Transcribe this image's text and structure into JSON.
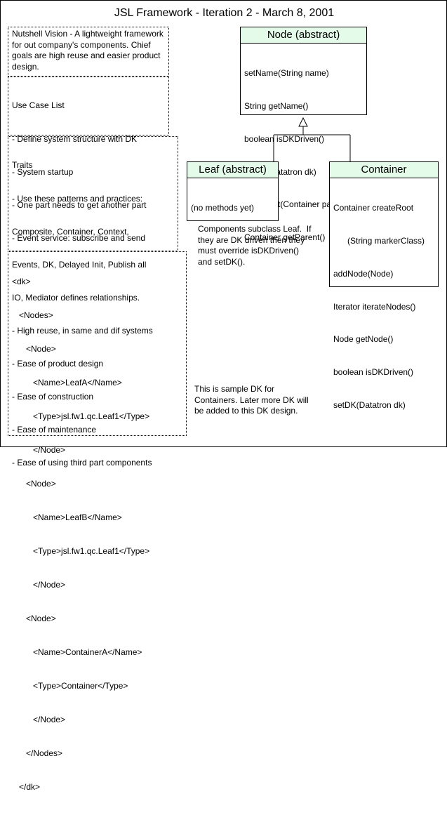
{
  "title": "JSL Framework - Iteration 2 - March 8, 2001",
  "vision": {
    "text": "Nutshell Vision - A lightweight framework for out company's components. Chief goals are high reuse and easier product design."
  },
  "use_cases": {
    "heading": "Use Case List",
    "items": [
      "- Define system structure with DK",
      "- System startup",
      "- One part needs to get another part",
      "- Event service: subscribe and send"
    ]
  },
  "traits": {
    "heading": "Traits",
    "items": [
      "- Use these patterns and practices:",
      "Composite, Container, Context,",
      "Events, DK, Delayed Init, Publish all",
      "IO, Mediator defines relationships.",
      "- High reuse, in same and dif systems",
      "- Ease of product design",
      "- Ease of construction",
      "- Ease of maintenance",
      "- Ease of using third part components"
    ]
  },
  "xml_sample": {
    "lines": [
      "<dk>",
      "   <Nodes>",
      "      <Node>",
      "         <Name>LeafA</Name>",
      "         <Type>jsl.fw1.qc.Leaf1</Type>",
      "         </Node>",
      "      <Node>",
      "         <Name>LeafB</Name>",
      "         <Type>jsl.fw1.qc.Leaf1</Type>",
      "         </Node>",
      "      <Node>",
      "         <Name>ContainerA</Name>",
      "         <Type>Container</Type>",
      "         </Node>",
      "      </Nodes>",
      "   </dk>"
    ]
  },
  "classes": {
    "node": {
      "name": "Node (abstract)",
      "methods": [
        "setName(String name)",
        "String getName()",
        "boolean isDKDriven()",
        "setDK(Datatron dk)",
        "setParent(Container parent)",
        "Container getParent()"
      ]
    },
    "leaf": {
      "name": "Leaf (abstract)",
      "methods": [
        "(no methods yet)"
      ]
    },
    "container": {
      "name": "Container",
      "methods": [
        "Container createRoot",
        "      (String markerClass)",
        "addNode(Node)",
        "Iterator iterateNodes()",
        "Node getNode()",
        "boolean isDKDriven()",
        "setDK(Datatron dk)"
      ]
    }
  },
  "comments": {
    "leaf": [
      "Components subclass Leaf.  If",
      "they are DK driven then they",
      "must override isDKDriven()",
      "and setDK()."
    ],
    "dk": [
      "This is sample DK for",
      "Containers. Later more DK will",
      "be added to this DK design."
    ]
  },
  "colors": {
    "class_header": "#e3fbe8",
    "border": "#000000"
  }
}
